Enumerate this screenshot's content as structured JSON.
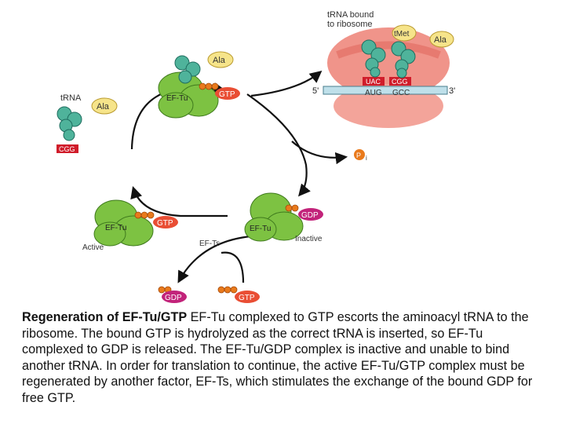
{
  "labels": {
    "trna_bound": "tRNA bound",
    "to_ribosome": "to ribosome",
    "trna": "tRNA",
    "ala": "Ala",
    "tmet": "tMet",
    "uac": "UAC",
    "cgg": "CGG",
    "aug": "AUG",
    "gcc": "GCC",
    "five_prime": "5'",
    "three_prime": "3'",
    "ef_tu": "EF-Tu",
    "gtp": "GTP",
    "gdp": "GDP",
    "pi": "P",
    "pi_sub": "i",
    "ef_ts": "EF-Ts",
    "active": "Active",
    "inactive": "Inactive"
  },
  "caption": {
    "title": "Regeneration of EF-Tu/GTP",
    "body": " EF-Tu complexed to GTP escorts the aminoacyl tRNA to the ribosome. The bound GTP is hydrolyzed as the correct tRNA is inserted, so EF-Tu complexed to GDP is released. The EF-Tu/GDP complex is inactive and unable to bind another tRNA. In order for translation to continue, the active EF-Tu/GTP complex must be regenerated by another factor, EF-Ts, which stimulates the exchange of the bound GDP for free GTP."
  },
  "colors": {
    "ef_tu_green": "#7dc242",
    "trna_teal": "#4fb39b",
    "ala_yellow": "#f6e48a",
    "gtp_red": "#e94e34",
    "gdp_magenta": "#c2237a",
    "phosphate_orange": "#e97a1c",
    "codon_red": "#d01c2a",
    "ribosome_salmon": "#f0948a",
    "mrna_blue": "#bfe0ea"
  }
}
